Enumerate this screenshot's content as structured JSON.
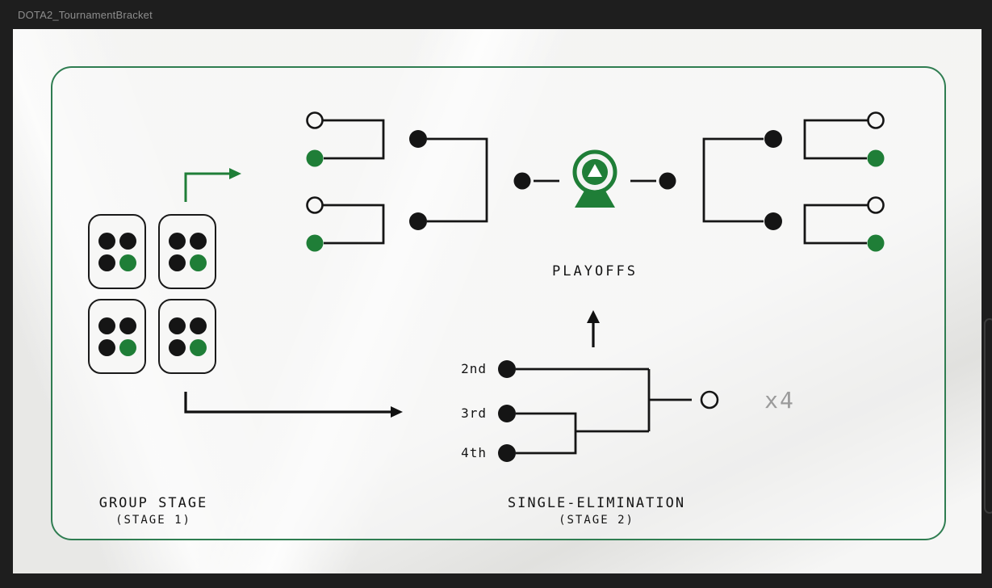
{
  "window": {
    "title": "DOTA2_TournamentBracket"
  },
  "playoffs": {
    "label": "PLAYOFFS"
  },
  "stage1": {
    "title": "GROUP STAGE",
    "subtitle": "(STAGE 1)",
    "groups": [
      {
        "slots": [
          "eliminated",
          "eliminated",
          "eliminated",
          "advancing"
        ]
      },
      {
        "slots": [
          "eliminated",
          "eliminated",
          "eliminated",
          "advancing"
        ]
      },
      {
        "slots": [
          "eliminated",
          "eliminated",
          "eliminated",
          "advancing"
        ]
      },
      {
        "slots": [
          "eliminated",
          "eliminated",
          "eliminated",
          "advancing"
        ]
      }
    ]
  },
  "stage2": {
    "title": "SINGLE-ELIMINATION",
    "subtitle": "(STAGE 2)",
    "seeds": [
      "2nd",
      "3rd",
      "4th"
    ],
    "multiplier": "x4"
  },
  "colors": {
    "accent_green": "#1f7e37",
    "line_black": "#151515",
    "muted_text": "#9b9b9b",
    "panel_border": "#2f7d51"
  }
}
